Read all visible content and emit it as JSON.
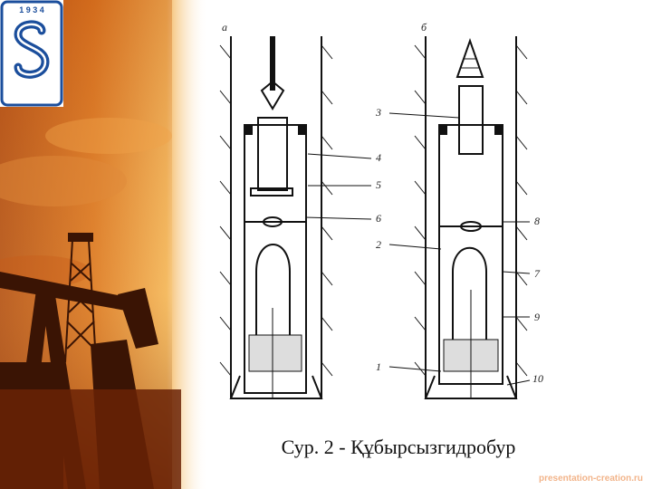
{
  "logo": {
    "year": "1 9 3 4",
    "icon": "s-monogram-emblem"
  },
  "figure": {
    "panel_a_label": "а",
    "panel_b_label": "б",
    "callouts": {
      "c3": "3",
      "c4": "4",
      "c5": "5",
      "c6": "6",
      "c2": "2",
      "c8": "8",
      "c7": "7",
      "c9": "9",
      "c1": "1",
      "c10": "10"
    }
  },
  "caption": "Сур. 2 - Құбырсызгидробур",
  "watermark": "presentation-creation.ru",
  "colors": {
    "background_left": "#b4470f",
    "sky_glow": "#f7c46a",
    "logo_blue": "#1b4e9c"
  }
}
